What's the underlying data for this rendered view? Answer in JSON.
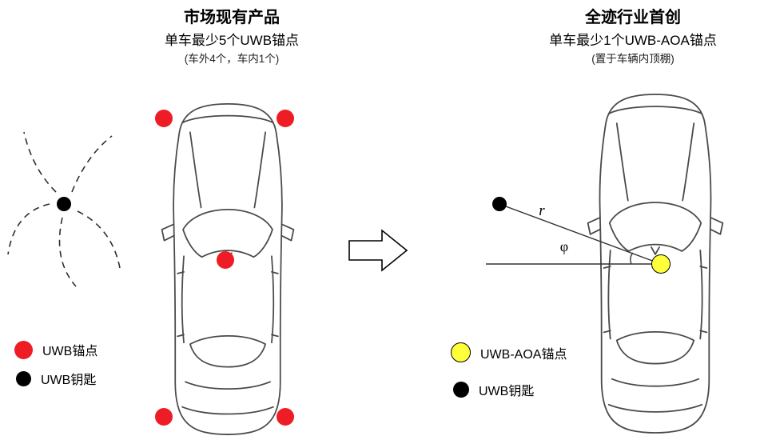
{
  "left_panel": {
    "title": "市场现有产品",
    "subtitle": "单车最少5个UWB锚点",
    "note": "(车外4个，车内1个)",
    "legend": {
      "anchor": {
        "label": "UWB锚点"
      },
      "key": {
        "label": "UWB钥匙"
      }
    }
  },
  "right_panel": {
    "title": "全迹行业首创",
    "subtitle": "单车最少1个UWB-AOA锚点",
    "note": "(置于车辆内顶棚)",
    "radius_label": "r",
    "angle_label": "φ",
    "legend": {
      "anchor": {
        "label": "UWB-AOA锚点"
      },
      "key": {
        "label": "UWB钥匙"
      }
    }
  },
  "colors": {
    "uwb_anchor": "#ee1c25",
    "uwb_aoa_anchor": "#ffff3a",
    "uwb_key": "#000000",
    "line": "#404040"
  }
}
